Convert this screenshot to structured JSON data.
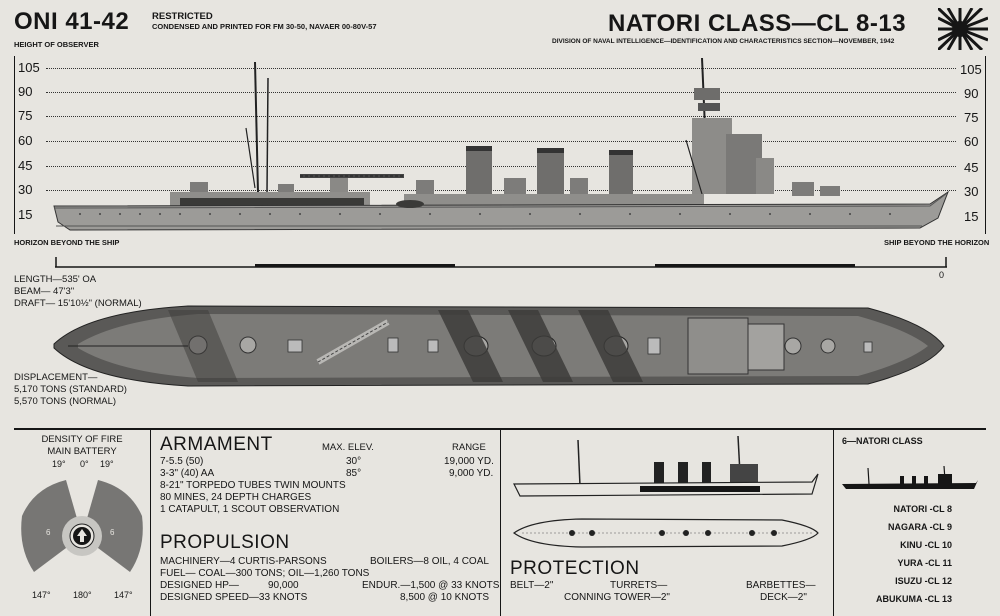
{
  "header": {
    "doc_id": "ONI 41-42",
    "restricted": "RESTRICTED",
    "condensed_note": "CONDENSED AND PRINTED FOR FM 30-50, NAVAER  00-80V-57",
    "class_title": "NATORI CLASS—CL 8-13",
    "division": "DIVISION OF NAVAL INTELLIGENCE—IDENTIFICATION AND CHARACTERISTICS SECTION—NOVEMBER, 1942",
    "height_of_observer": "HEIGHT OF OBSERVER",
    "flag_icon": "rising-sun-flag-icon"
  },
  "profile": {
    "heights": [
      "105",
      "90",
      "75",
      "60",
      "45",
      "30",
      "15"
    ],
    "horizon_beyond_ship": "HORIZON BEYOND THE SHIP",
    "ship_beyond_horizon": "SHIP BEYOND THE HORIZON",
    "scale_zero": "0"
  },
  "dimensions": {
    "length": "LENGTH—535' OA",
    "beam": "BEAM—   47'3\"",
    "draft": "DRAFT—  15'10½\" (NORMAL)"
  },
  "displacement": {
    "label": "DISPLACEMENT—",
    "standard": "5,170 TONS (STANDARD)",
    "normal": "5,570 TONS (NORMAL)"
  },
  "density_of_fire": {
    "title_1": "DENSITY OF FIRE",
    "title_2": "MAIN BATTERY",
    "angle_left": "19°",
    "angle_center": "0°",
    "angle_right": "19°",
    "sector_left_count": "6",
    "sector_right_count": "6",
    "bottom_left": "147°",
    "bottom_center": "180°",
    "bottom_right": "147°"
  },
  "armament": {
    "title": "ARMAMENT",
    "max_elev_header": "MAX. ELEV.",
    "range_header": "RANGE",
    "rows": [
      {
        "weapon": "7-5.5 (50)",
        "elev": "30°",
        "range": "19,000 YD."
      },
      {
        "weapon": "3-3\"  (40) AA",
        "elev": "85°",
        "range": "9,000 YD."
      }
    ],
    "lines": [
      "8-21\" TORPEDO TUBES TWIN MOUNTS",
      "80 MINES, 24 DEPTH CHARGES",
      "1 CATAPULT, 1 SCOUT OBSERVATION"
    ]
  },
  "propulsion": {
    "title": "PROPULSION",
    "machinery": "MACHINERY—4 CURTIS-PARSONS",
    "boilers": "BOILERS—8 OIL, 4 COAL",
    "fuel": "FUEL—          COAL—300 TONS; OIL—1,260 TONS",
    "designed_hp_label": "DESIGNED HP—",
    "designed_hp_value": "90,000",
    "endur_1": "ENDUR.—1,500 @ 33 KNOTS",
    "designed_speed": "DESIGNED SPEED—33 KNOTS",
    "endur_2": "8,500 @ 10 KNOTS"
  },
  "protection": {
    "title": "PROTECTION",
    "belt": "BELT—2\"",
    "turrets": "TURRETS—",
    "barbettes": "BARBETTES—",
    "conning_tower": "CONNING TOWER—2\"",
    "deck": "DECK—2\""
  },
  "class_list": {
    "title": "6—NATORI CLASS",
    "ships": [
      {
        "name": "NATORI",
        "hull": "-CL  8"
      },
      {
        "name": "NAGARA",
        "hull": "-CL  9"
      },
      {
        "name": "KINU",
        "hull": "-CL 10"
      },
      {
        "name": "YURA",
        "hull": "-CL 11"
      },
      {
        "name": "ISUZU",
        "hull": "-CL 12"
      },
      {
        "name": "ABUKUMA",
        "hull": "-CL 13"
      }
    ]
  },
  "colors": {
    "paper": "#e7e5e0",
    "ink": "#161616",
    "hull_gray": "#9a9a98",
    "deck_gray": "#6e6d6b",
    "dark_gray": "#3c3c3a"
  }
}
